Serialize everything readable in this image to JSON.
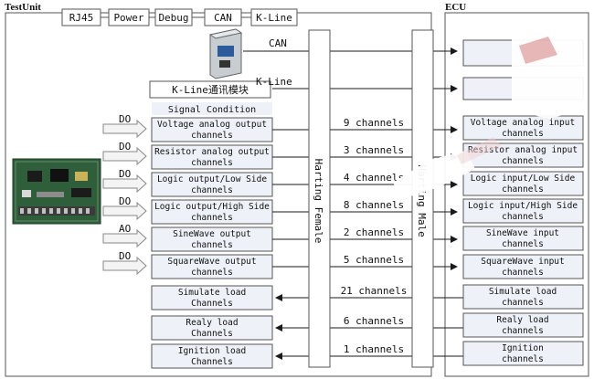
{
  "test_unit": {
    "title": "TestUnit",
    "ports": [
      "RJ45",
      "Power",
      "Debug",
      "CAN",
      "K-Line"
    ],
    "board_icon": "circuit-board-icon",
    "can_module_icon": "can-interface-module-icon",
    "kline_module_label": "K-Line通讯模块",
    "signal_condition_label": "Signal Condition",
    "rows": [
      {
        "tag": "DO",
        "box": [
          "Voltage analog output",
          "channels"
        ],
        "count": "9 channels",
        "ecu": [
          "Voltage analog input",
          "channels"
        ],
        "direction": "to-ecu"
      },
      {
        "tag": "DO",
        "box": [
          "Resistor analog output",
          "channels"
        ],
        "count": "3 channels",
        "ecu": [
          "Resistor analog input",
          "channels"
        ],
        "direction": "to-ecu"
      },
      {
        "tag": "DO",
        "box": [
          "Logic output/Low Side",
          "channels"
        ],
        "count": "4 channels",
        "ecu": [
          "Logic input/Low Side",
          "channels"
        ],
        "direction": "to-ecu"
      },
      {
        "tag": "DO",
        "box": [
          "Logic output/High Side",
          "channels"
        ],
        "count": "8 channels",
        "ecu": [
          "Logic input/High Side",
          "channels"
        ],
        "direction": "to-ecu"
      },
      {
        "tag": "AO",
        "box": [
          "SineWave output",
          "channels"
        ],
        "count": "2 channels",
        "ecu": [
          "SineWave input",
          "channels"
        ],
        "direction": "to-ecu"
      },
      {
        "tag": "DO",
        "box": [
          "SquareWave output",
          "channels"
        ],
        "count": "5 channels",
        "ecu": [
          "SquareWave input",
          "channels"
        ],
        "direction": "to-ecu"
      },
      {
        "tag": "",
        "box": [
          "Simulate load",
          "Channels"
        ],
        "count": "21 channels",
        "ecu": [
          "Simulate load",
          "channels"
        ],
        "direction": "to-tu"
      },
      {
        "tag": "",
        "box": [
          "Realy load",
          "Channels"
        ],
        "count": "6 channels",
        "ecu": [
          "Realy load",
          "channels"
        ],
        "direction": "to-tu"
      },
      {
        "tag": "",
        "box": [
          "Ignition load",
          "Channels"
        ],
        "count": "1 channels",
        "ecu": [
          "Ignition",
          "channels"
        ],
        "direction": "to-tu"
      }
    ]
  },
  "bus_labels": {
    "can": "CAN",
    "kline": "K-Line"
  },
  "connectors": {
    "female": "Harting Female",
    "male": "Harting Male"
  },
  "ecu": {
    "title": "ECU"
  },
  "colors": {
    "line": "#1a1a1a",
    "box_fill": "#eef1f8",
    "box_stroke": "#555555",
    "arrow_fill": "#f4f4f4",
    "arrow_stroke": "#888888",
    "board_green": "#2f5e3a",
    "watermark": "#d88a8a"
  }
}
